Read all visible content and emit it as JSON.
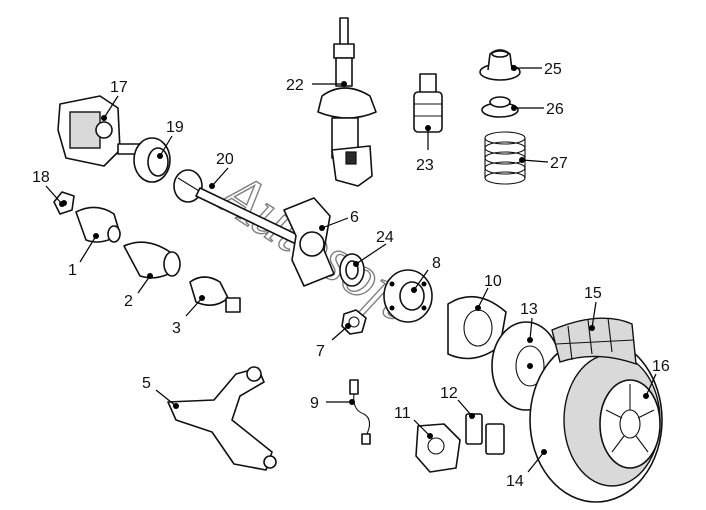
{
  "callouts": [
    {
      "id": "1",
      "text": "1"
    },
    {
      "id": "2",
      "text": "2"
    },
    {
      "id": "3",
      "text": "3"
    },
    {
      "id": "5",
      "text": "5"
    },
    {
      "id": "6",
      "text": "6"
    },
    {
      "id": "7",
      "text": "7"
    },
    {
      "id": "8",
      "text": "8"
    },
    {
      "id": "9",
      "text": "9"
    },
    {
      "id": "10",
      "text": "10"
    },
    {
      "id": "11",
      "text": "11"
    },
    {
      "id": "12",
      "text": "12"
    },
    {
      "id": "13",
      "text": "13"
    },
    {
      "id": "14",
      "text": "14"
    },
    {
      "id": "15",
      "text": "15"
    },
    {
      "id": "16",
      "text": "16"
    },
    {
      "id": "17",
      "text": "17"
    },
    {
      "id": "18",
      "text": "18"
    },
    {
      "id": "19",
      "text": "19"
    },
    {
      "id": "20",
      "text": "20"
    },
    {
      "id": "22",
      "text": "22"
    },
    {
      "id": "23",
      "text": "23"
    },
    {
      "id": "24",
      "text": "24"
    },
    {
      "id": "25",
      "text": "25"
    },
    {
      "id": "26",
      "text": "26"
    },
    {
      "id": "27",
      "text": "27"
    }
  ],
  "watermark": "Autosoft"
}
